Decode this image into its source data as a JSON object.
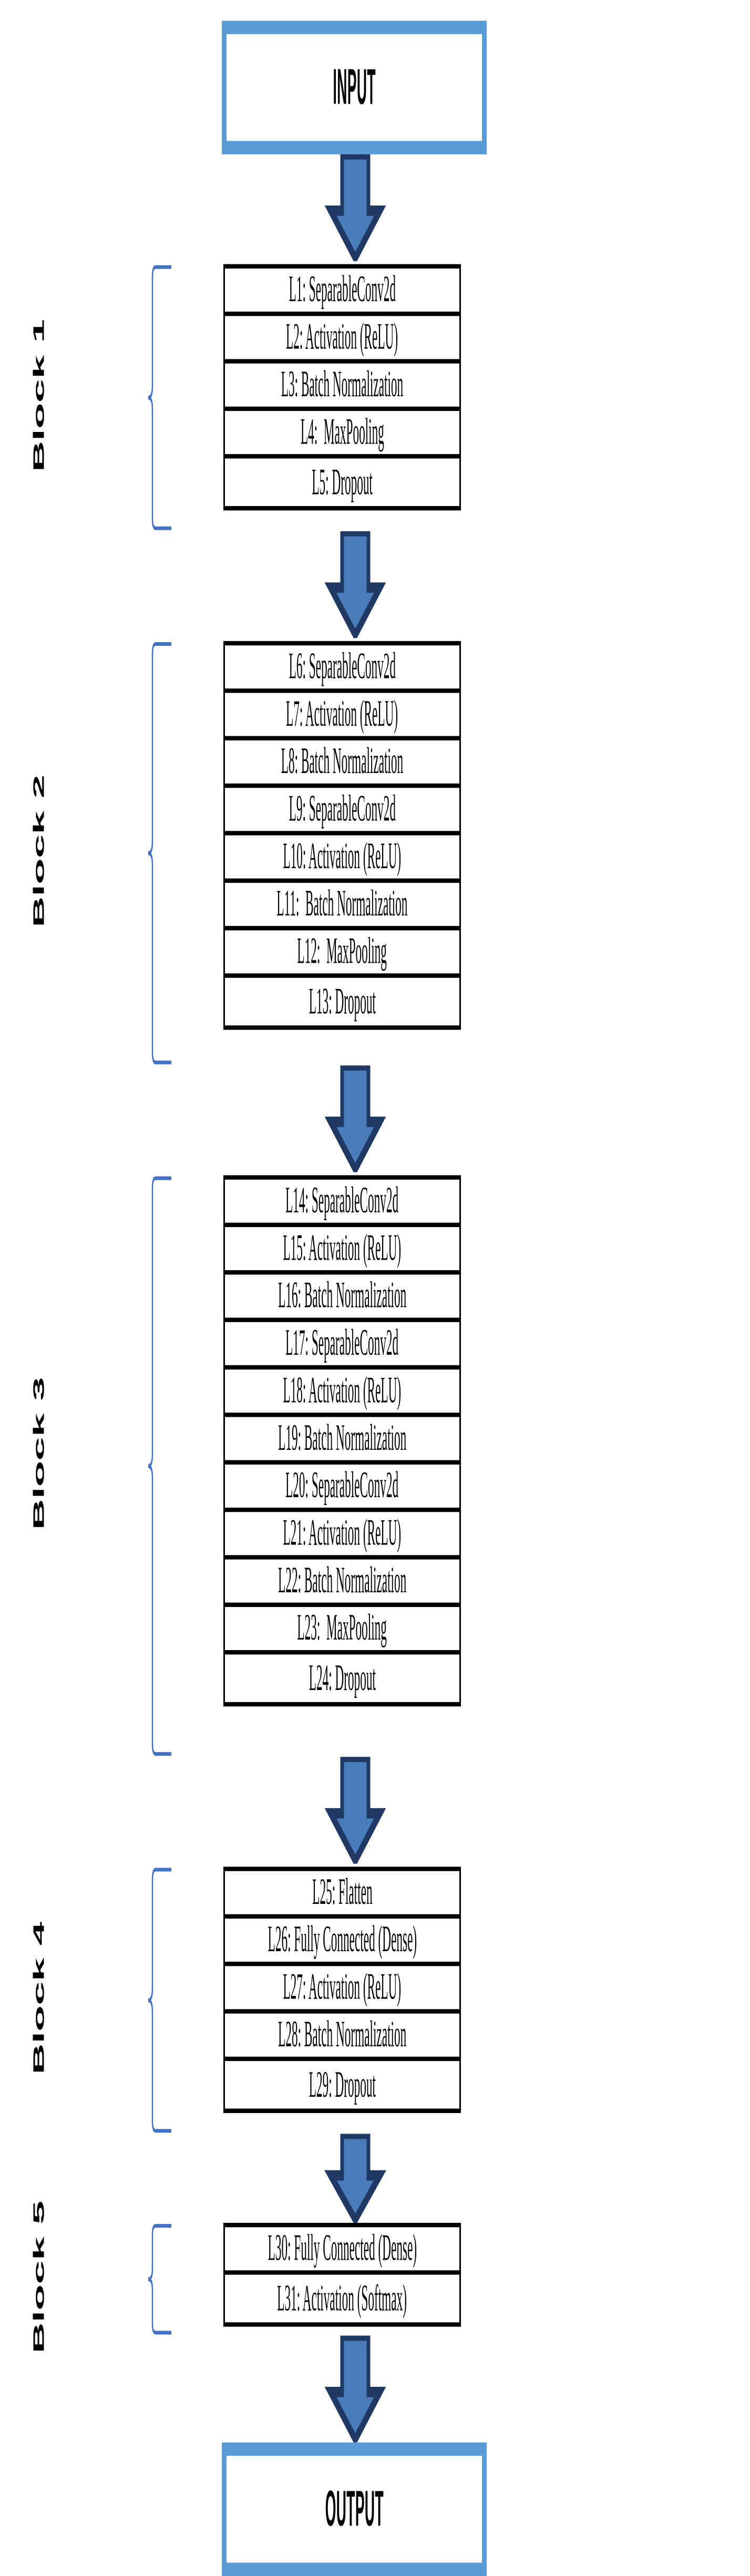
{
  "diagram": {
    "title": "CNN architecture block diagram",
    "accent_color": "#5B9BD5",
    "arrow_fill": "#4A7EBB",
    "arrow_stroke": "#1F3864",
    "box_border_color": "#000000"
  },
  "terminals": {
    "input": "INPUT",
    "output": "OUTPUT"
  },
  "blocks": [
    {
      "label": "Block 1",
      "layers": [
        "L1: SeparableConv2d",
        "L2: Activation (ReLU)",
        "L3: Batch Normalization",
        "L4:  MaxPooling",
        "L5: Dropout"
      ]
    },
    {
      "label": "Block 2",
      "layers": [
        "L6: SeparableConv2d",
        "L7: Activation (ReLU)",
        "L8: Batch Normalization",
        "L9: SeparableConv2d",
        "L10: Activation (ReLU)",
        "L11:  Batch Normalization",
        "L12:  MaxPooling",
        "L13: Dropout"
      ]
    },
    {
      "label": "Block 3",
      "layers": [
        "L14: SeparableConv2d",
        "L15: Activation (ReLU)",
        "L16: Batch Normalization",
        "L17: SeparableConv2d",
        "L18: Activation (ReLU)",
        "L19: Batch Normalization",
        "L20: SeparableConv2d",
        "L21: Activation (ReLU)",
        "L22: Batch Normalization",
        "L23:  MaxPooling",
        "L24: Dropout"
      ]
    },
    {
      "label": "Block 4",
      "layers": [
        "L25: Flatten",
        "L26: Fully Connected (Dense)",
        "L27: Activation (ReLU)",
        "L28: Batch Normalization",
        "L29: Dropout"
      ]
    },
    {
      "label": "Block 5",
      "layers": [
        "L30: Fully Connected (Dense)",
        "L31: Activation (Softmax)"
      ]
    }
  ],
  "arrows": [
    {
      "name": "arrow-input-to-block1"
    },
    {
      "name": "arrow-block1-to-block2"
    },
    {
      "name": "arrow-block2-to-block3"
    },
    {
      "name": "arrow-block3-to-block4"
    },
    {
      "name": "arrow-block4-to-block5"
    },
    {
      "name": "arrow-block5-to-output"
    }
  ]
}
